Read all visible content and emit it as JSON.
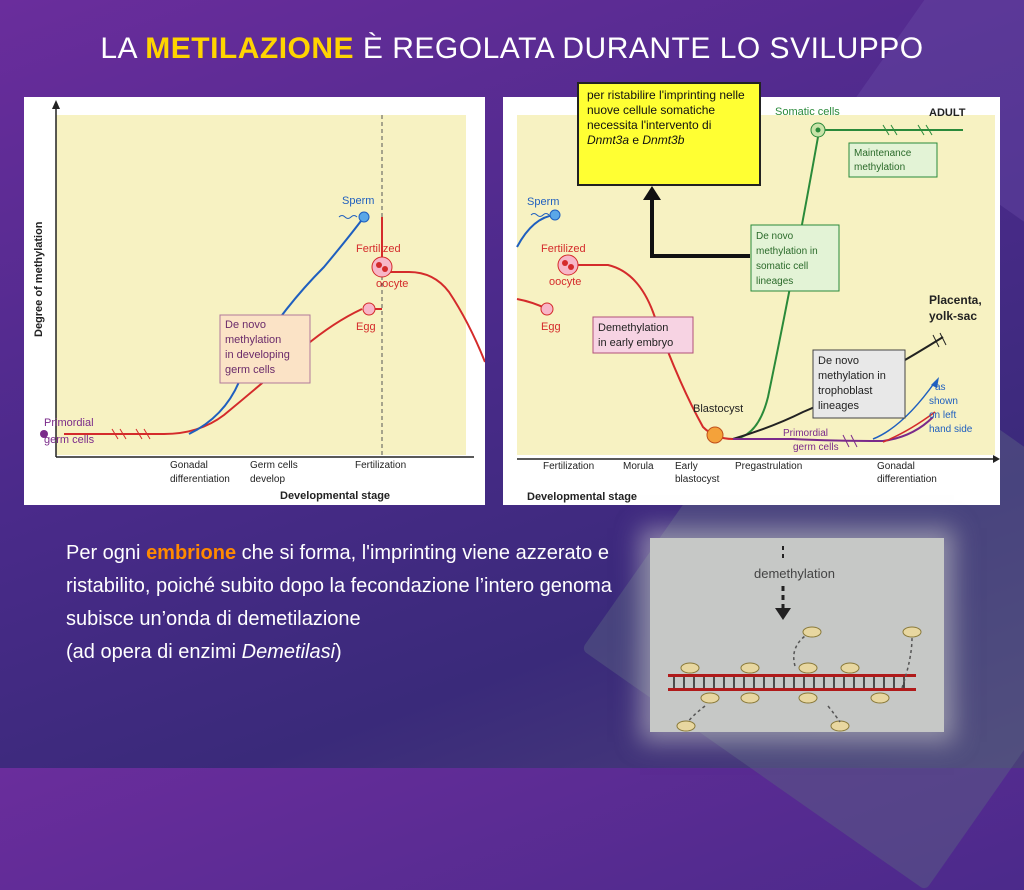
{
  "title": {
    "prefix": "LA ",
    "highlight": "METILAZIONE",
    "suffix": " È REGOLATA DURANTE LO SVILUPPO"
  },
  "left_panel": {
    "y_axis_label": "Degree of methylation",
    "x_axis_label": "Developmental stage",
    "stages": [
      "Gonadal",
      "differentiation",
      "Germ cells",
      "develop",
      "Fertilization"
    ],
    "primordial": [
      "Primordial",
      "germ cells"
    ],
    "sperm": "Sperm",
    "fertilized": [
      "Fertilized",
      "oocyte"
    ],
    "egg": "Egg",
    "box": [
      "De novo",
      "methylation",
      "in developing",
      "germ cells"
    ]
  },
  "right_panel": {
    "x_axis_label": "Developmental stage",
    "stages": [
      "Fertilization",
      "Morula",
      "Early",
      "blastocyst",
      "Pregastrulation",
      "Gonadal",
      "differentiation"
    ],
    "sperm": "Sperm",
    "fertilized": [
      "Fertilized",
      "oocyte"
    ],
    "egg": "Egg",
    "somatic": "Somatic cells",
    "adult": "ADULT",
    "maintenance": [
      "Maintenance",
      "methylation"
    ],
    "denovo_somatic": [
      "De novo",
      "methylation in",
      "somatic cell",
      "lineages"
    ],
    "placenta": [
      "Placenta,",
      "yolk-sac"
    ],
    "demeth_box": [
      "Demethylation",
      "in early embryo"
    ],
    "trophoblast_box": [
      "De novo",
      "methylation in",
      "trophoblast",
      "lineages"
    ],
    "blastocyst": "Blastocyst",
    "primordial": [
      "Primordial",
      "germ cells"
    ],
    "as_shown": [
      "as",
      "shown",
      "on left",
      "hand side"
    ]
  },
  "note": {
    "text": "per ristabilire l'imprinting nelle nuove cellule somatiche necessita l'intervento di ",
    "enzyme1": "Dnmt3a",
    "and": " e ",
    "enzyme2": "Dnmt3b"
  },
  "paragraph": {
    "part1": "Per ogni ",
    "highlight": "embrione",
    "part2": " che si forma, l'imprinting viene azzerato e ristabilito, poiché subito dopo la fecondazione l’intero genoma subisce un’onda di demetilazione",
    "part3": "(ad opera di enzimi ",
    "enzymes": "Demetilasi",
    "part4": ")"
  },
  "demeth_image": {
    "label": "demethylation"
  },
  "colors": {
    "title_highlight": "#ffd400",
    "paragraph_highlight": "#ff8a00",
    "note_bg": "#ffff33"
  }
}
